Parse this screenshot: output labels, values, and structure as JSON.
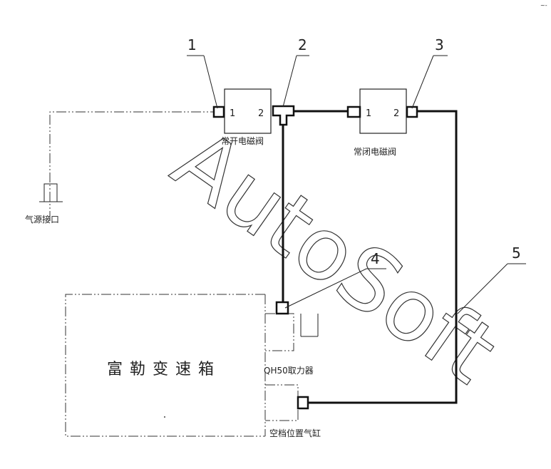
{
  "diagram": {
    "callouts": [
      "1",
      "2",
      "3",
      "4",
      "5"
    ],
    "valve_open": {
      "name": "常开电磁阀",
      "port1": "1",
      "port2": "2"
    },
    "valve_closed": {
      "name": "常闭电磁阀",
      "port1": "1",
      "port2": "2"
    },
    "air_source": "气源接口",
    "gearbox": "富勒变速箱",
    "pto": "QH50取力器",
    "neutral_cylinder": "空档位置气缸",
    "corner_mark": "~-"
  },
  "watermark": "AutoSoft"
}
